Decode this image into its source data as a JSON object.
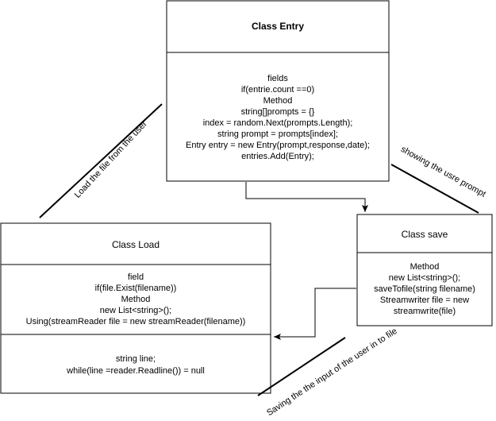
{
  "entry": {
    "title": "Class Entry",
    "body": [
      "fields",
      "if(entrie.count ==0)",
      "Method",
      "string[]prompts = {}",
      "index = random.Next(prompts.Length);",
      "string prompt = prompts[index];",
      "Entry entry = new Entry(prompt,response,date);",
      "entries.Add(Entry);"
    ]
  },
  "load": {
    "title": "Class Load",
    "body": [
      "field",
      "if(file.Exist(filename))",
      "Method",
      "new List<string>();",
      "Using(streamReader file = new streamReader(filename))"
    ],
    "body2": [
      "string line;",
      "while(line =reader.Readline()) = null"
    ]
  },
  "save": {
    "title": "Class save",
    "body": [
      "Method",
      "new List<string>();",
      "saveTofile(string filename)",
      "Streamwriter file = new",
      "streamwrite(file)"
    ]
  },
  "labels": {
    "load_file": "Load the file from the user",
    "showing_prompt": "showing the usre prompt",
    "saving_input": "Saving the the input of the user in to file"
  },
  "colors": {
    "stroke": "#000000",
    "fill": "#ffffff"
  }
}
